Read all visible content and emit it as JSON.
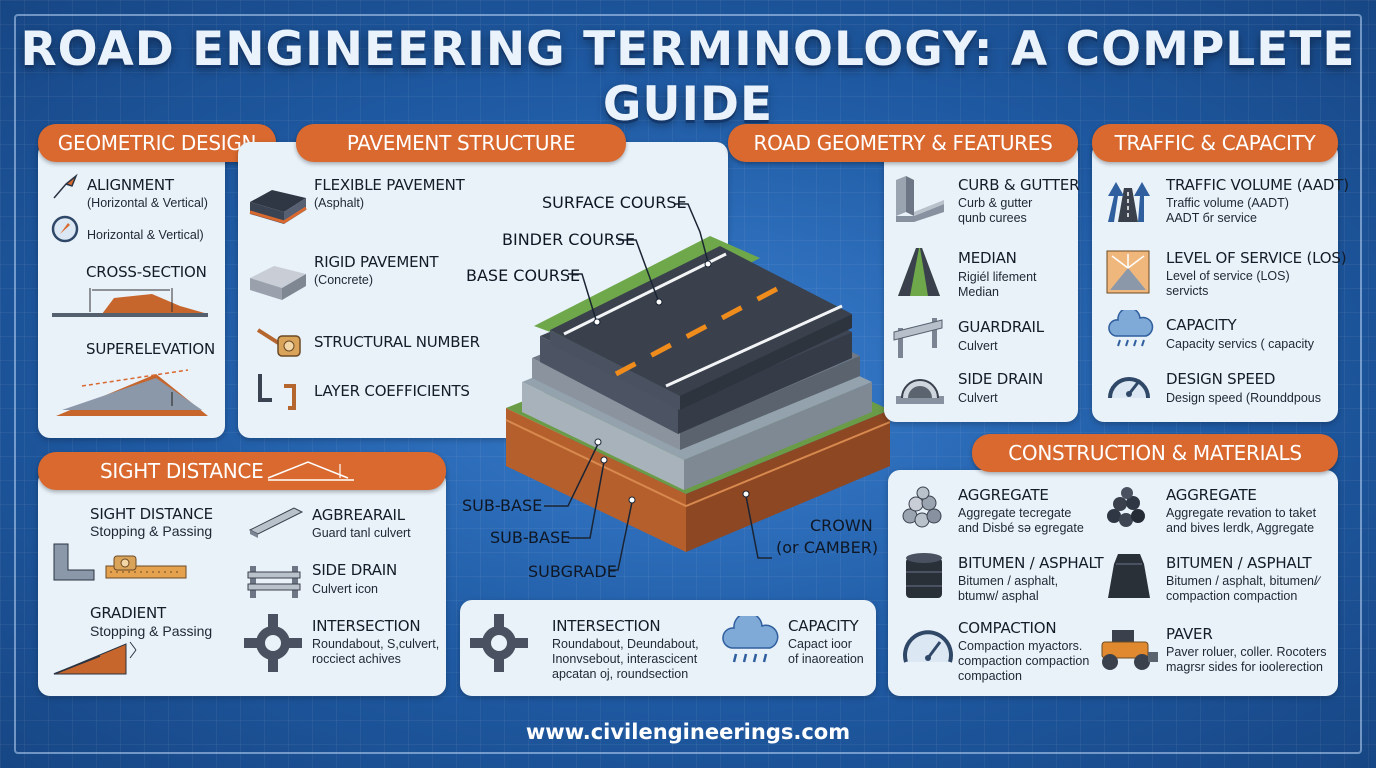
{
  "title": "ROAD ENGINEERING TERMINOLOGY: A COMPLETE GUIDE",
  "footer_url": "www.civilengineerings.com",
  "colors": {
    "accent": "#d9692f",
    "background": "#1f5aa3",
    "panel": "#e9f1f9"
  },
  "geometric": {
    "heading": "GEOMETRIC DESIGN",
    "items": [
      {
        "icon": "alignment-arrow-icon",
        "term": "ALIGNMENT",
        "desc": "(Horizontal & Vertical)"
      },
      {
        "icon": "compass-icon",
        "term": "",
        "desc": "Horizontal & Vertical)"
      },
      {
        "icon": "cross-section-icon",
        "term": "CROSS-SECTION",
        "desc": ""
      },
      {
        "icon": "superelevation-icon",
        "term": "SUPERELEVATION",
        "desc": ""
      }
    ]
  },
  "pavement": {
    "heading": "PAVEMENT STRUCTURE",
    "items": [
      {
        "icon": "flexible-pavement-icon",
        "term": "FLEXIBLE PAVEMENT",
        "desc": "(Asphalt)"
      },
      {
        "icon": "rigid-pavement-icon",
        "term": "RIGID PAVEMENT",
        "desc": "(Concrete)"
      },
      {
        "icon": "tape-measure-icon",
        "term": "STRUCTURAL NUMBER",
        "desc": ""
      },
      {
        "icon": "brackets-icon",
        "term": "LAYER COEFFICIENTS",
        "desc": ""
      }
    ]
  },
  "diagram": {
    "labels": {
      "surface": "SURFACE COURSE",
      "binder": "BINDER COURSE",
      "base": "BASE COURSE",
      "subbase1": "SUB-BASE",
      "subbase2": "SUB-BASE",
      "subgrade": "SUBGRADE",
      "crown": "CROWN",
      "camber": "(or CAMBER)"
    }
  },
  "road_geometry": {
    "heading": "ROAD GEOMETRY & FEATURES",
    "items": [
      {
        "icon": "curb-gutter-icon",
        "term": "CURB & GUTTER",
        "desc": "Curb & gutter\nqunb curees"
      },
      {
        "icon": "median-icon",
        "term": "MEDIAN",
        "desc": "Rigiél lifement\nMedian"
      },
      {
        "icon": "guardrail-icon",
        "term": "GUARDRAIL",
        "desc": "Culvert"
      },
      {
        "icon": "culvert-icon",
        "term": "SIDE DRAIN",
        "desc": "Culvert"
      }
    ]
  },
  "traffic": {
    "heading": "TRAFFIC & CAPACITY",
    "items": [
      {
        "icon": "road-arrows-icon",
        "term": "TRAFFIC VOLUME (AADT)",
        "desc": "Traffic volume (AADT)\nAADT бr service"
      },
      {
        "icon": "level-of-service-icon",
        "term": "LEVEL OF SERVICE (LOS)",
        "desc": "Level of service (LOS)\nservicts"
      },
      {
        "icon": "cloud-rain-icon",
        "term": "CAPACITY",
        "desc": "Capacity servics ( capacity"
      },
      {
        "icon": "speedometer-icon",
        "term": "DESIGN SPEED",
        "desc": "Design speed (Rounddpous"
      }
    ]
  },
  "sight": {
    "heading": "SIGHT DISTANCE",
    "left_items": [
      {
        "icon": "sight-distance-icon",
        "term": "SIGHT DISTANCE",
        "desc": "Stopping & Passing"
      },
      {
        "icon": "gradient-icon",
        "term": "GRADIENT",
        "desc": "Stopping & Passing"
      }
    ],
    "right_items": [
      {
        "icon": "beam-icon",
        "term": "AGBREARAIL",
        "desc": "Guard tanl culvert"
      },
      {
        "icon": "barrier-icon",
        "term": "SIDE DRAIN",
        "desc": "Culvert icon"
      },
      {
        "icon": "roundabout-icon",
        "term": "INTERSECTION",
        "desc": "Roundabout, S,culvert,\nrocciect achives"
      }
    ]
  },
  "bottom_center": {
    "items": [
      {
        "icon": "roundabout-icon",
        "term": "INTERSECTION",
        "desc": "Roundabout, Deundabout,\nInonvsebout, interascicent\napcatan oj, roundsection"
      },
      {
        "icon": "cloud-rain-icon",
        "term": "CAPACITY",
        "desc": "Capact ioor\nof inaoreation"
      }
    ]
  },
  "construction": {
    "heading": "CONSTRUCTION & MATERIALS",
    "items": [
      {
        "icon": "aggregate-light-icon",
        "term": "AGGREGATE",
        "desc": "Aggregate tecregate\nand Disbé sə egregate"
      },
      {
        "icon": "aggregate-dark-icon",
        "term": "AGGREGATE",
        "desc": "Aggregate revation to taket\nand bives lerdk, Aggregate"
      },
      {
        "icon": "bitumen-barrel-icon",
        "term": "BITUMEN / ASPHALT",
        "desc": "Bitumen / asphalt,\nbtumw/ asphal"
      },
      {
        "icon": "bitumen-bag-icon",
        "term": "BITUMEN / ASPHALT",
        "desc": "Bitumen / asphalt, bitumen/∕\ncompaction compaction"
      },
      {
        "icon": "compaction-gauge-icon",
        "term": "COMPACTION",
        "desc": "Compaction myactors.\ncompaction compaction\ncompaction"
      },
      {
        "icon": "paver-icon",
        "term": "PAVER",
        "desc": "Paver roluer, coller. Rocoters\nmagrsr sides for ioolerection"
      }
    ]
  }
}
